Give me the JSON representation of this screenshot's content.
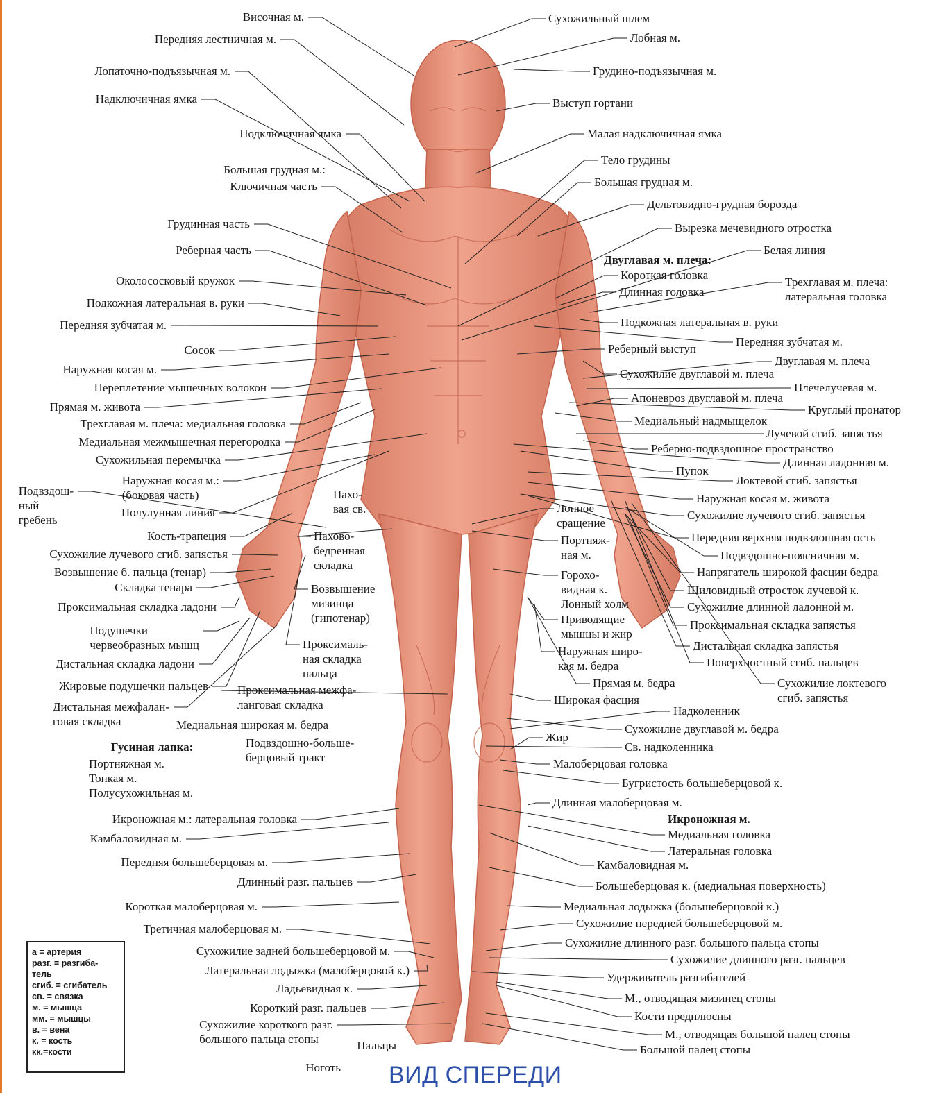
{
  "title": "ВИД СПЕРЕДИ",
  "colors": {
    "skin": "#e8967e",
    "skin_shade": "#d07762",
    "leader": "#222222",
    "title": "#2d4fa8",
    "edge": "#e07a2e"
  },
  "legend": [
    "а = артерия",
    "разг. = разгиба-\nтель",
    "сгиб. = сгибатель",
    "св. = связка",
    "м. = мышца",
    "мм. = мышцы",
    "в. = вена",
    "к. = кость",
    "кк.=кости"
  ],
  "labels_left": [
    "Височная м.",
    "Передняя лестничная м.",
    "Лопаточно-подъязычная м.",
    "Надключичная ямка",
    "Подключичная ямка",
    "Большая грудная м.:",
    "Ключичная часть",
    "Грудинная часть",
    "Реберная часть",
    "Околососковый кружок",
    "Подкожная латеральная в. руки",
    "Передняя зубчатая м.",
    "Сосок",
    "Наружная косая м.",
    "Переплетение мышечных волокон",
    "Прямая м. живота",
    "Трехглавая м. плеча: медиальная головка",
    "Медиальная межмышечная перегородка",
    "Сухожильная перемычка",
    "Наружная косая м.:\n(боковая часть)",
    "Подвздош-\nный\nгребень",
    "Полулунная линия",
    "Кость-трапеция",
    "Сухожилие лучевого сгиб. запястья",
    "Возвышение б. пальца (тенар)",
    "Складка тенара",
    "Проксимальная складка ладони",
    "Подушечки\nчервеобразных мышц",
    "Дистальная складка ладони",
    "Жировые подушечки пальцев",
    "Дистальная межфалан-\nговая складка",
    "Гусиная лапка:",
    "Портняжная м.\nТонкая м.\nПолусухожильная м.",
    "Икроножная м.: латеральная головка",
    "Камбаловидная м.",
    "Передняя большеберцовая м.",
    "Длинный разг. пальцев",
    "Короткая малоберцовая м.",
    "Третичная малоберцовая м.",
    "Сухожилие задней большеберцовой м.",
    "Латеральная лодыжка (малоберцовой к.)",
    "Ладьевидная к.",
    "Короткий разг. пальцев",
    "Сухожилие короткого разг.\nбольшого пальца стопы",
    "Пальцы",
    "Ноготь"
  ],
  "labels_center": [
    "Пахо-\nвая св.",
    "Пахово-\nбедренная\nскладка",
    "Возвышение\nмизинца\n(гипотенар)",
    "Проксималь-\nная складка\nпальца",
    "Проксимальная межфа-\nланговая складка",
    "Медиальная широкая м. бедра",
    "Подвздошно-больше-\nберцовый тракт",
    "Лонное\nсращение",
    "Портняж-\nная м.",
    "Горохо-\nвидная к.",
    "Лонный холм",
    "Приводящие\nмышцы и жир",
    "Наружная широ-\nкая м. бедра"
  ],
  "labels_right": [
    "Сухожильный шлем",
    "Лобная м.",
    "Грудино-подъязычная м.",
    "Выступ гортани",
    "Малая надключичная ямка",
    "Тело грудины",
    "Большая грудная м.",
    "Дельтовидно-грудная борозда",
    "Вырезка мечевидного отростка",
    "Белая линия",
    "Двуглавая м. плеча:",
    "Короткая головка",
    "Длинная головка",
    "Трехглавая м. плеча:\nлатеральная головка",
    "Подкожная латеральная в. руки",
    "Передняя зубчатая м.",
    "Реберный выступ",
    "Двуглавая м. плеча",
    "Сухожилие двуглавой м. плеча",
    "Плечелучевая м.",
    "Апоневроз двуглавой м. плеча",
    "Круглый пронатор",
    "Медиальный надмыщелок",
    "Лучевой сгиб. запястья",
    "Реберно-подвздошное пространство",
    "Длинная ладонная м.",
    "Пупок",
    "Локтевой сгиб. запястья",
    "Наружная косая м. живота",
    "Сухожилие лучевого сгиб. запястья",
    "Передняя верхняя подвздошная ость",
    "Подвздошно-поясничная м.",
    "Напрягатель широкой фасции бедра",
    "Шиловидный отросток лучевой к.",
    "Сухожилие длинной ладонной м.",
    "Проксимальная складка запястья",
    "Дистальная складка запястья",
    "Поверхностный сгиб. пальцев",
    "Сухожилие локтевого\nсгиб. запястья",
    "Прямая м. бедра",
    "Широкая фасция",
    "Надколенник",
    "Сухожилие двуглавой м. бедра",
    "Жир",
    "Св. надколенника",
    "Малоберцовая головка",
    "Бугристость большеберцовой к.",
    "Длинная малоберцовая м.",
    "Икроножная м.",
    "Медиальная головка",
    "Латеральная головка",
    "Камбаловидная м.",
    "Большеберцовая к. (медиальная поверхность)",
    "Медиальная лодыжка (большеберцовой к.)",
    "Сухожилие передней большеберцовой м.",
    "Сухожилие длинного разг. большого пальца стопы",
    "Сухожилие длинного разг. пальцев",
    "Удерживатель разгибателей",
    "М., отводящая мизинец стопы",
    "Кости предплюсны",
    "М., отводящая большой палец стопы",
    "Большой палец стопы"
  ]
}
